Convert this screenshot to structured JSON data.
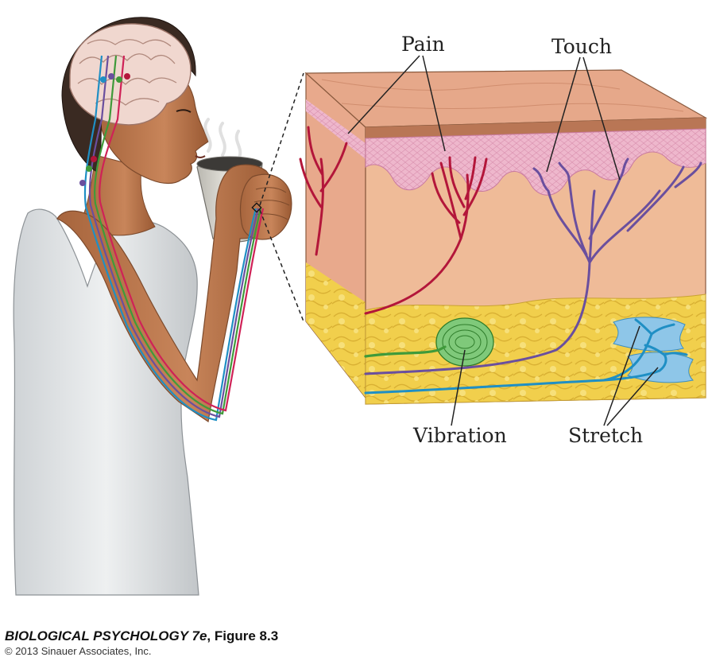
{
  "labels": {
    "pain": "Pain",
    "touch": "Touch",
    "vibration": "Vibration",
    "stretch": "Stretch"
  },
  "caption": {
    "book_title": "BIOLOGICAL PSYCHOLOGY 7e",
    "figure": ", Figure 8.3",
    "copyright": "© 2013 Sinauer Associates, Inc."
  },
  "colors": {
    "pain_nerve": "#b3163a",
    "touch_nerve": "#6a4f9e",
    "vibration_nerve": "#3f9a3a",
    "stretch_nerve": "#1f8fc4",
    "epidermis": "#e9aec5",
    "dermis": "#e9b28e",
    "fat": "#f0d050",
    "skin_tone": "#b9744a"
  }
}
